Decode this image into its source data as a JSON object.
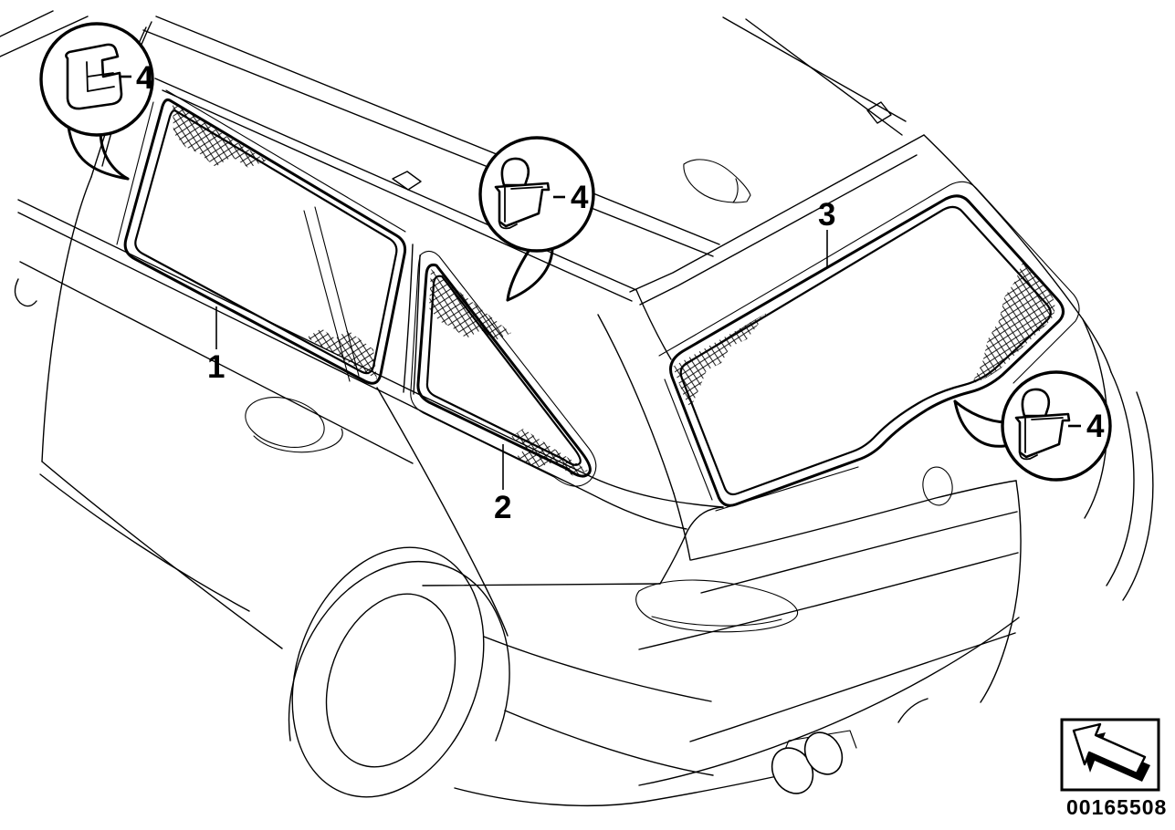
{
  "diagram": {
    "background": "#ffffff",
    "line_color": "#000000",
    "description": "technical-line-drawing-of-wagon-rear-with-window-sun-blinds",
    "hotspots": [
      {
        "label": "1",
        "part": "front-door-window-sunblind"
      },
      {
        "label": "2",
        "part": "rear-door-window-sunblind"
      },
      {
        "label": "3",
        "part": "tailgate-window-sunblind"
      }
    ],
    "callouts": [
      {
        "label": "4",
        "icon": "retainer-clip-icon"
      },
      {
        "label": "4",
        "icon": "hook-clip-icon"
      },
      {
        "label": "4",
        "icon": "hook-clip-icon"
      }
    ],
    "footer": {
      "part_number": "00165508",
      "icon": "direction-arrow-icon"
    }
  }
}
